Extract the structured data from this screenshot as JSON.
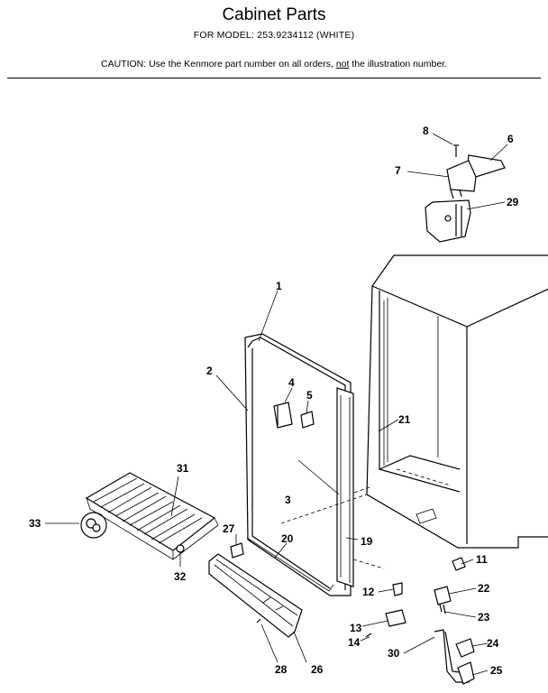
{
  "header": {
    "title": "Cabinet Parts",
    "subtitle": "FOR MODEL: 253.9234112  (WHITE)",
    "caution_prefix": "CAUTION:  Use the Kenmore part number on all orders, ",
    "caution_emph": "not",
    "caution_suffix": " the illustration number."
  },
  "callouts": [
    "1",
    "2",
    "3",
    "4",
    "5",
    "6",
    "7",
    "8",
    "11",
    "12",
    "13",
    "14",
    "19",
    "20",
    "21",
    "22",
    "23",
    "24",
    "25",
    "26",
    "27",
    "28",
    "29",
    "30",
    "31",
    "32",
    "33"
  ]
}
